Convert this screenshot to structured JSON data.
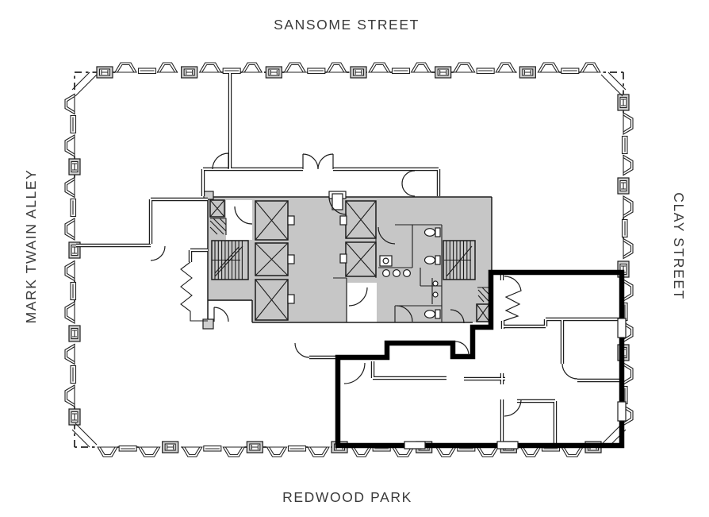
{
  "labels": {
    "top": "SANSOME STREET",
    "left": "MARK TWAIN ALLEY",
    "right": "CLAY STREET",
    "bottom": "REDWOOD PARK"
  },
  "colors": {
    "bg": "#ffffff",
    "line": "#232323",
    "label": "#3a3a3a",
    "core": "#c6c6c6",
    "pier": "#cfcfcf",
    "bold": "#000000"
  }
}
